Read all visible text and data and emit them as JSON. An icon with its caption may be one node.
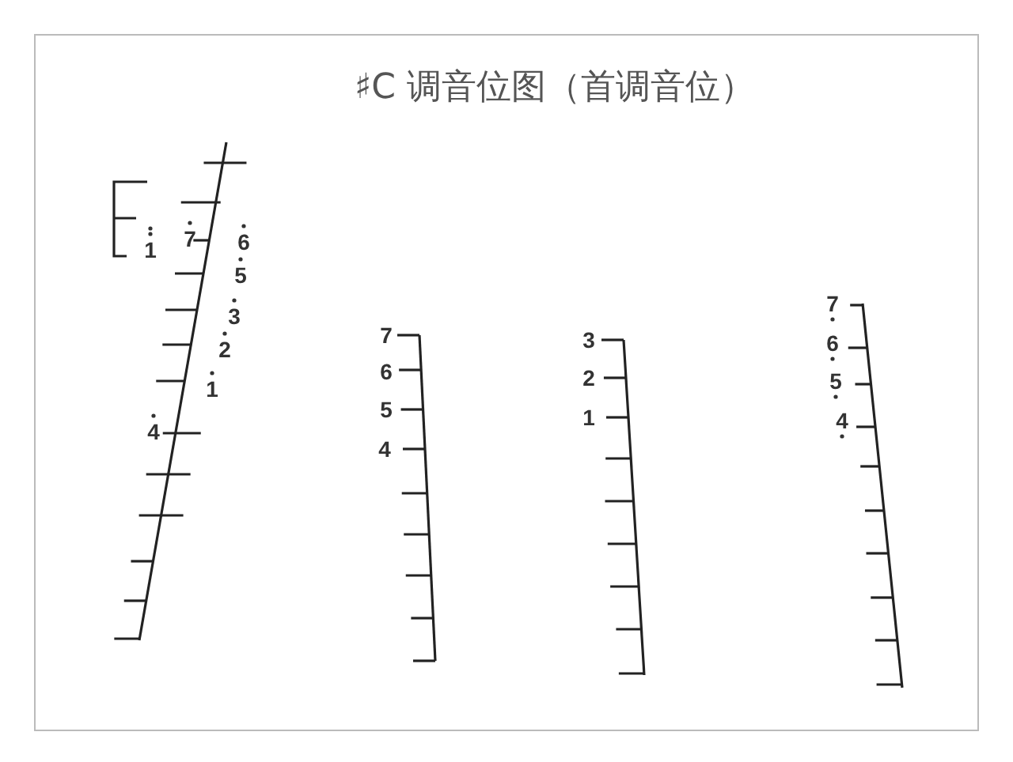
{
  "diagram": {
    "title": "♯C 调音位图（首调音位）",
    "labels": [
      "1",
      "7",
      "6",
      "5",
      "3",
      "2",
      "1",
      "4",
      "7",
      "6",
      "5",
      "4",
      "3",
      "2",
      "1",
      "7",
      "6",
      "5",
      "4"
    ]
  }
}
